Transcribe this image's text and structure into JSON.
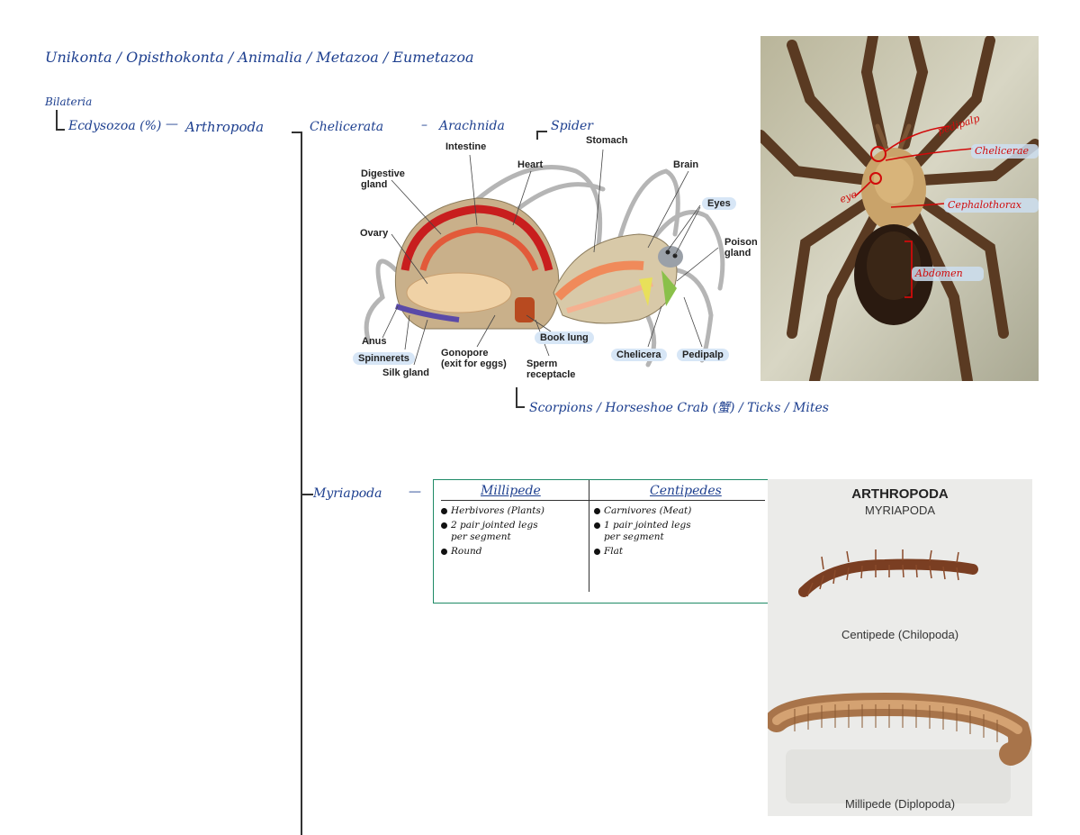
{
  "breadcrumb": {
    "line1": "Unikonta  /  Opisthokonta  /  Animalia  /  Metazoa  /  Eumetazoa",
    "line2": "Bilateria",
    "line3": "Ecdysozoa (%)",
    "line3_dash": "—",
    "arthropoda": "Arthropoda",
    "chelicerata": "Chelicerata",
    "chel_dash": "–",
    "arachnida": "Arachnida",
    "spider": "Spider"
  },
  "chelicerata_others": "Scorpions  /  Horseshoe Crab (蟹)  /  Ticks  /  Mites",
  "myriapoda": {
    "label": "Myriapoda",
    "dash": "—"
  },
  "spider_diagram": {
    "labels": {
      "intestine": "Intestine",
      "stomach": "Stomach",
      "heart": "Heart",
      "brain": "Brain",
      "digestive_gland": "Digestive\ngland",
      "eyes": "Eyes",
      "ovary": "Ovary",
      "poison_gland": "Poison\ngland",
      "anus": "Anus",
      "spinnerets": "Spinnerets",
      "silk_gland": "Silk gland",
      "gonopore": "Gonopore\n(exit for eggs)",
      "sperm_receptacle": "Sperm\nreceptacle",
      "book_lung": "Book lung",
      "chelicera": "Chelicera",
      "pedipalp": "Pedipalp"
    }
  },
  "tarantula_photo": {
    "annotations": {
      "pedipalp": "pedipalp",
      "chelicerae": "Chelicerae",
      "eye": "eye",
      "cephalothorax": "Cephalothorax",
      "abdomen": "Abdomen"
    }
  },
  "comparison_table": {
    "columns": [
      {
        "header": "Millipede",
        "items": [
          "Herbivores (Plants)",
          "2 pair jointed legs\nper segment",
          "Round"
        ]
      },
      {
        "header": "Centipedes",
        "items": [
          "Carnivores (Meat)",
          "1 pair jointed legs\nper segment",
          "Flat"
        ]
      }
    ]
  },
  "myriapoda_photo": {
    "title": "ARTHROPODA",
    "subtitle": "MYRIAPODA",
    "centipede_caption": "Centipede (Chilopoda)",
    "millipede_caption": "Millipede (Diplopoda)"
  },
  "colors": {
    "ink": "#1d3f8f",
    "annotation_red": "#d10a0a",
    "table_border": "#1e8a66",
    "label_highlight": "#d7e6f6"
  }
}
